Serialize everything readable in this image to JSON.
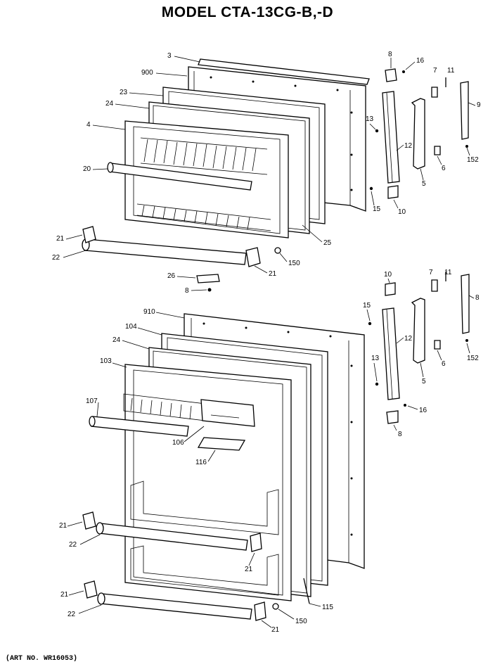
{
  "title": "MODEL CTA-13CG-B,-D",
  "art_number": "(ART NO. WR16053)",
  "upper_door": {
    "labels": {
      "p3": "3",
      "p900": "900",
      "p23": "23",
      "p24": "24",
      "p4": "4",
      "p20": "20",
      "p21a": "21",
      "p22": "22",
      "p21b": "21",
      "p150": "150",
      "p25": "25",
      "p26": "26",
      "p8": "8"
    }
  },
  "upper_hinge": {
    "labels": {
      "p8": "8",
      "p16": "16",
      "p7": "7",
      "p11": "11",
      "p13": "13",
      "p12": "12",
      "p9": "9",
      "p5": "5",
      "p6": "6",
      "p152": "152",
      "p15": "15",
      "p10": "10"
    }
  },
  "lower_door": {
    "labels": {
      "p910": "910",
      "p104": "104",
      "p24": "24",
      "p103": "103",
      "p107": "107",
      "p106": "106",
      "p116": "116",
      "p21a": "21",
      "p22a": "22",
      "p21b": "21",
      "p21c": "21",
      "p22b": "22",
      "p21d": "21",
      "p150": "150",
      "p115": "115"
    }
  },
  "lower_hinge": {
    "labels": {
      "p10": "10",
      "p7": "7",
      "p11": "11",
      "p15": "15",
      "p12": "12",
      "p8": "8",
      "p13": "13",
      "p6": "6",
      "p152": "152",
      "p5": "5",
      "p16": "16",
      "p8b": "8"
    }
  }
}
